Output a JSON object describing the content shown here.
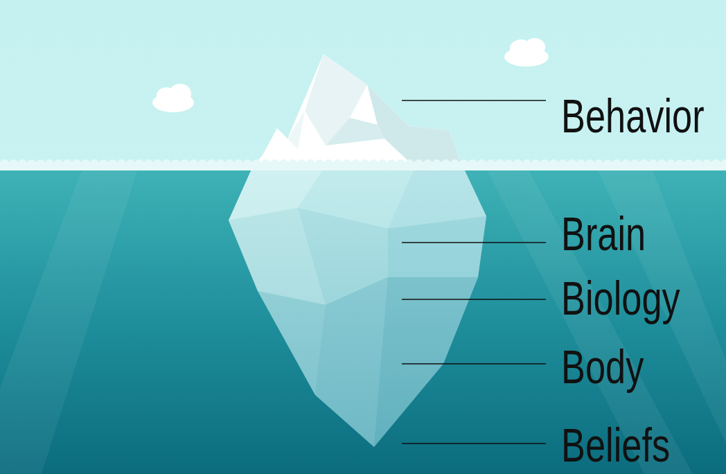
{
  "diagram": {
    "labels": [
      "Behavior",
      "Brain",
      "Biology",
      "Body",
      "Beliefs"
    ]
  }
}
